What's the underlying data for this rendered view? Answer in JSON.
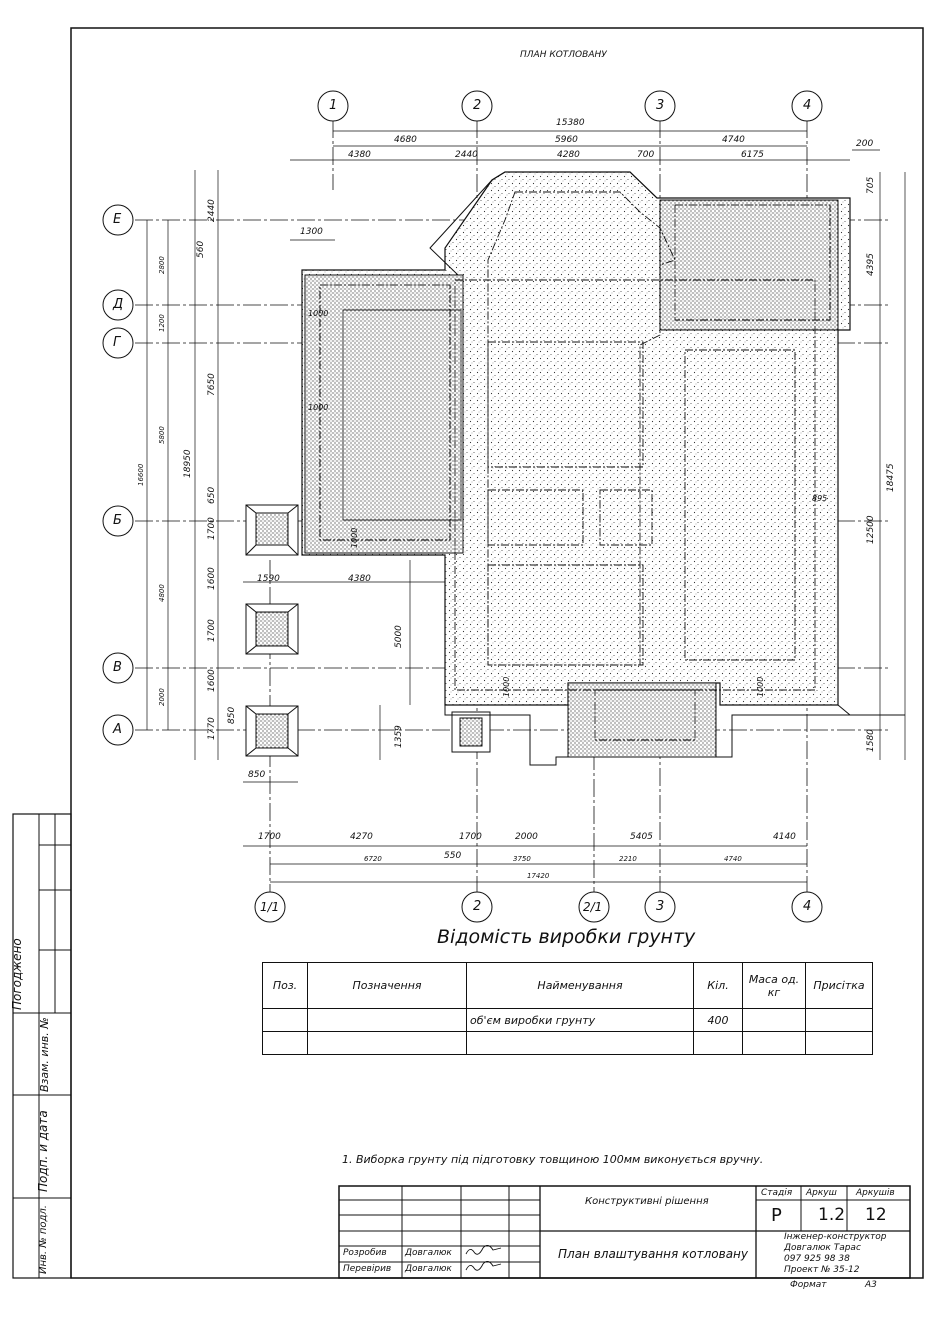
{
  "plan_title": "ПЛАН КОТЛОВАНУ",
  "axes_top": [
    "1",
    "2",
    "3",
    "4"
  ],
  "axes_bottom": [
    "1/1",
    "2",
    "2/1",
    "3",
    "4"
  ],
  "axes_left": [
    "Е",
    "Д",
    "Г",
    "Б",
    "В",
    "А"
  ],
  "dims_top_total": "15380",
  "dims_top_axes": [
    "4680",
    "5960",
    "4740"
  ],
  "dims_top_detail": [
    "4380",
    "2440",
    "4280",
    "700",
    "6175"
  ],
  "dim_top_right": "200",
  "dims_right_outer": [
    "705",
    "4395",
    "12500",
    "1580"
  ],
  "dim_right_total": "18475",
  "dims_left_axes": [
    "2800",
    "1200",
    "5800",
    "4800",
    "2000"
  ],
  "dim_left_total": "16600",
  "dim_left_overall": "18950",
  "dims_left_inner": [
    "2440",
    "560",
    "7650",
    "650",
    "1700",
    "1600",
    "1700",
    "1600",
    "1770",
    "850"
  ],
  "dims_inner": [
    "1300",
    "1000",
    "1000",
    "1000",
    "1590",
    "4380",
    "5000",
    "1359",
    "895",
    "1000",
    "1000",
    "850"
  ],
  "dims_bottom_row1": [
    "1700",
    "4270",
    "1700",
    "2000",
    "5405",
    "4140"
  ],
  "dims_bottom_row2": [
    "6720",
    "550",
    "3750",
    "2210",
    "4740"
  ],
  "dims_bottom_total": "17420",
  "table_title": "Відомість виробки грунту",
  "table_headers": [
    "Поз.",
    "Позначення",
    "Найменування",
    "Кіл.",
    "Маса од. кг",
    "Присітка"
  ],
  "table_rows": [
    [
      "",
      "",
      "об'єм виробки грунту",
      "400",
      "",
      ""
    ],
    [
      "",
      "",
      "",
      "",
      "",
      ""
    ]
  ],
  "note": "1. Виборка грунту під підготовку товщиною 100мм виконується вручну.",
  "side_labels": [
    "Погоджено",
    "Взам. инв. №",
    "Подп. и дата",
    "Инв. № подл."
  ],
  "stamp": {
    "section": "Конструктивні рішення",
    "sheet_title": "План влаштування котловану",
    "stage_label": "Стадія",
    "sheet_label": "Аркуш",
    "sheets_label": "Аркушів",
    "stage": "Р",
    "sheet": "1.2",
    "sheets": "12",
    "role1": "Розробив",
    "name1": "Довгалюк",
    "role2": "Перевірив",
    "name2": "Довгалюк",
    "org_line1": "Інженер-конструктор",
    "org_line2": "Довгалюк Тарас",
    "org_line3": "097 925 98 38",
    "org_line4": "Проект № 35-12",
    "format_label": "Формат",
    "format": "А3"
  },
  "colors": {
    "line": "#111111",
    "fill_hatch": "#555555"
  }
}
